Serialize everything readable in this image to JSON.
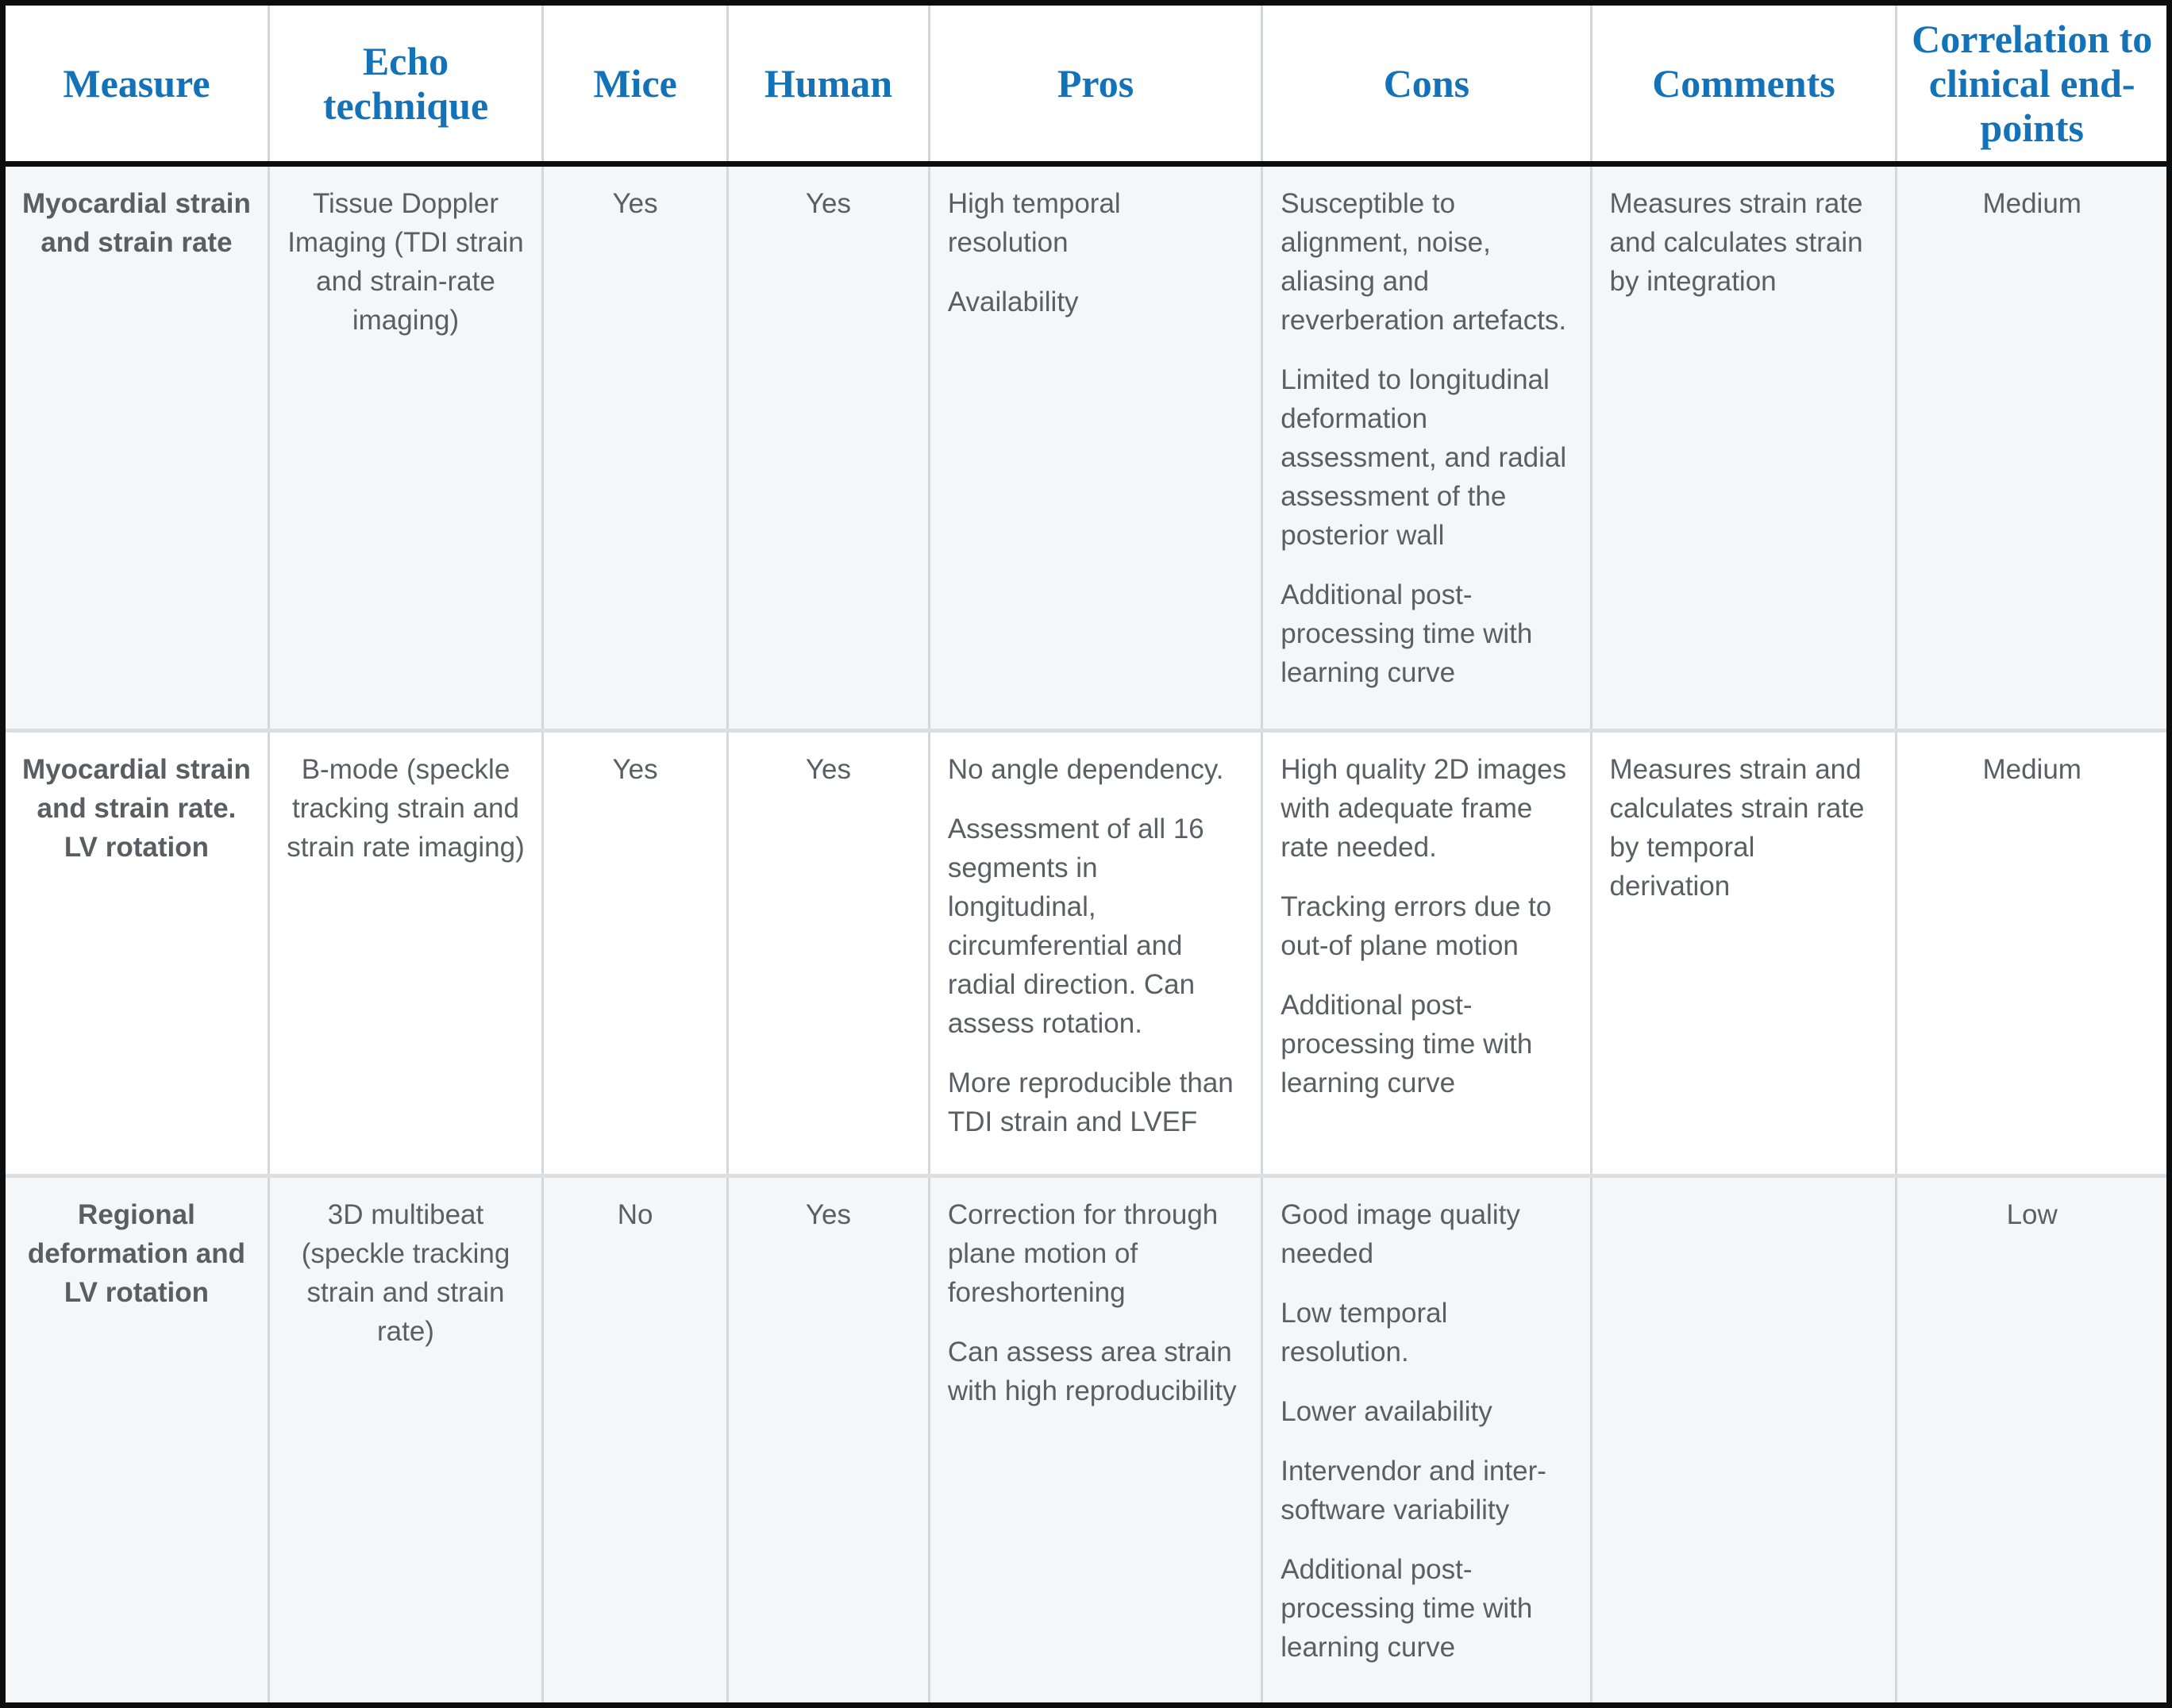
{
  "table": {
    "columns": [
      {
        "key": "measure",
        "label": "Measure"
      },
      {
        "key": "technique",
        "label": "Echo technique"
      },
      {
        "key": "mice",
        "label": "Mice"
      },
      {
        "key": "human",
        "label": "Human"
      },
      {
        "key": "pros",
        "label": "Pros"
      },
      {
        "key": "cons",
        "label": "Cons"
      },
      {
        "key": "comments",
        "label": "Comments"
      },
      {
        "key": "correlation",
        "label": "Correlation to clinical end-points"
      }
    ],
    "header_lines": {
      "measure": [
        "Measure"
      ],
      "technique": [
        "Echo",
        "technique"
      ],
      "mice": [
        "Mice"
      ],
      "human": [
        "Human"
      ],
      "pros": [
        "Pros"
      ],
      "cons": [
        "Cons"
      ],
      "comments": [
        "Comments"
      ],
      "correlation": [
        "Correlation",
        "to clinical",
        "end-points"
      ]
    },
    "rows": [
      {
        "measure": "Myocardial strain and strain rate",
        "technique": "Tissue Doppler Imaging (TDI strain and strain-rate imaging)",
        "mice": "Yes",
        "human": "Yes",
        "pros": [
          "High temporal resolution",
          "Availability"
        ],
        "cons": [
          "Susceptible to alignment, noise, aliasing and reverberation artefacts.",
          "Limited to longitudinal deformation assessment, and radial assessment of the posterior wall",
          "Additional post-processing time with learning curve"
        ],
        "comments": [
          "Measures strain rate and calculates strain by integration"
        ],
        "correlation": "Medium"
      },
      {
        "measure": "Myocardial strain and strain rate. LV rotation",
        "technique": "B-mode (speckle tracking strain and strain rate imaging)",
        "mice": "Yes",
        "human": "Yes",
        "pros": [
          "No angle dependency.",
          "Assessment of all 16 segments in longitudinal, circumferential and radial direction. Can assess rotation.",
          "More reproducible than TDI strain and LVEF"
        ],
        "cons": [
          "High quality 2D images with adequate frame rate needed.",
          "Tracking errors due to out-of plane motion",
          "Additional post-processing time with learning curve"
        ],
        "comments": [
          "Measures strain and calculates strain rate by temporal derivation"
        ],
        "correlation": "Medium"
      },
      {
        "measure": "Regional deformation and LV rotation",
        "technique": "3D multibeat (speckle tracking strain and strain rate)",
        "mice": "No",
        "human": "Yes",
        "pros": [
          "Correction for through plane motion of foreshortening",
          "Can assess area strain with high reproducibility"
        ],
        "cons": [
          "Good image quality needed",
          "Low temporal resolution.",
          "Lower availability",
          "Intervendor and inter-software variability",
          "Additional post-processing time with learning curve"
        ],
        "comments": [],
        "correlation": "Low"
      }
    ]
  },
  "colors": {
    "header_text": "#1372b8",
    "body_text": "#5b5f63",
    "row_shade": "#f4f6f8",
    "row_plain": "#ffffff",
    "grid_line": "#d5d8db",
    "border": "#0d0d0d"
  }
}
